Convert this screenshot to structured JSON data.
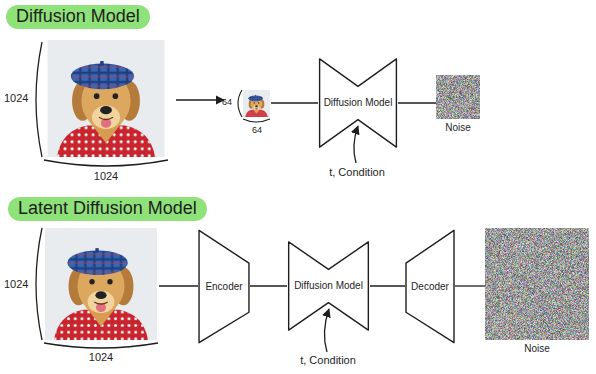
{
  "diagram": {
    "nodes": [
      {
        "text": [
          "Diffusion Model"
        ]
      },
      {
        "text": [
          "Noise"
        ]
      },
      {
        "text": [
          "Encoder"
        ]
      },
      {
        "text": [
          "Diffusion Model"
        ]
      },
      {
        "text": [
          "Decoder"
        ]
      },
      {
        "text": [
          "Noise"
        ]
      }
    ],
    "edges": [
      {
        "from": 0,
        "to": 1,
        "arrow": "none"
      },
      {
        "from": 2,
        "to": 3,
        "arrow": "none"
      },
      {
        "from": 3,
        "to": 4,
        "arrow": "none"
      },
      {
        "from": 4,
        "to": 5,
        "arrow": "none"
      }
    ],
    "labels": [
      "Diffusion Model",
      "1024",
      "1024",
      "64",
      "64",
      "t, Condition",
      "Latent Diffusion Model",
      "1024",
      "1024",
      "t, Condition"
    ]
  }
}
